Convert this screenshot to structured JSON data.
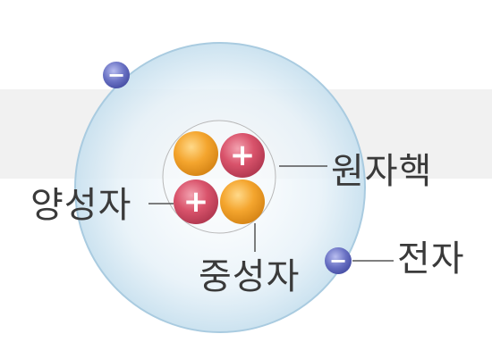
{
  "labels": {
    "nucleus": "원자핵",
    "proton": "양성자",
    "neutron": "중성자",
    "electron": "전자"
  },
  "symbols": {
    "proton_sign": "+",
    "electron_sign": "−"
  },
  "colors": {
    "atom_shell": "#dcecf6",
    "atom_edge": "#a9cbe0",
    "proton": "#d9536b",
    "neutron": "#f4a52e",
    "electron": "#6a72c4",
    "leader_line": "#555555",
    "text": "#3a3a3a"
  }
}
